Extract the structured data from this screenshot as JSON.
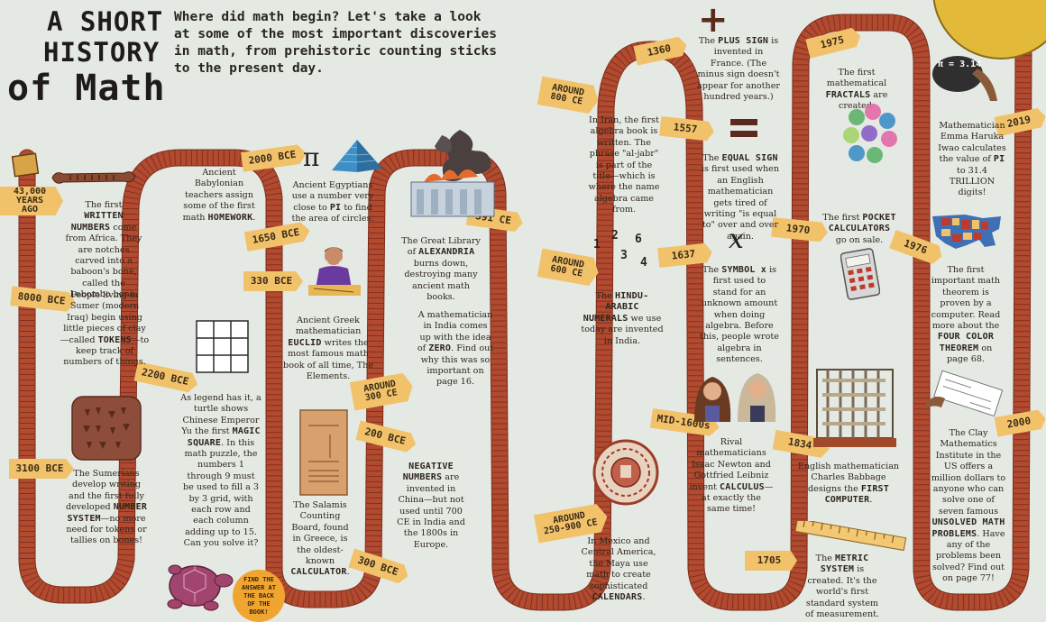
{
  "title": {
    "line1": "A SHORT",
    "line2": "HISTORY",
    "line3": "of Math"
  },
  "intro": "Where did math begin? Let's take a look at some of the most important discoveries in math, from prehistoric counting sticks to the present day.",
  "tags": [
    "43,000 YEARS AGO",
    "8000 BCE",
    "3100 BCE",
    "2200 BCE",
    "2000 BCE",
    "1650 BCE",
    "330 BCE",
    "AROUND 300 CE",
    "200 BCE",
    "300 BCE",
    "391 CE",
    "AROUND 800 CE",
    "1360",
    "1557",
    "AROUND 600 CE",
    "1637",
    "AROUND 250-900 CE",
    "MID-1600s",
    "1834",
    "1705",
    "1975",
    "1970",
    "1976",
    "2019",
    "2000"
  ],
  "answer_badge": "FIND THE ANSWER AT THE BACK OF THE BOOK!",
  "captions": {
    "c_lebombo": [
      "The first ",
      "WRITTEN NUMBERS",
      " come from Africa. They are notches carved into a baboon's bone, called the Lebombo bone."
    ],
    "c_sumer": [
      "People living in Sumer (modern Iraq) begin using little pieces of clay—called ",
      "TOKENS",
      "—to keep track of numbers of things."
    ],
    "c_sumerians": [
      "The Sumerians develop writing and the first fully developed ",
      "NUMBER SYSTEM",
      "—no more need for tokens or tallies on bones!"
    ],
    "c_babylon": [
      "Ancient Babylonian teachers assign some of the first math ",
      "HOMEWORK",
      "."
    ],
    "c_egypt": [
      "Ancient Egyptians use a number very close to ",
      "PI",
      " to find the area of circles."
    ],
    "c_euclid": [
      "Ancient Greek mathematician ",
      "EUCLID",
      " writes the most famous math book of all time, The Elements."
    ],
    "c_magic": [
      "As legend has it, a turtle shows Chinese Emperor Yu the first ",
      "MAGIC SQUARE",
      ". In this math puzzle, the numbers 1 through 9 must be used to fill a 3 by 3 grid, with each row and each column adding up to 15. Can you solve it?"
    ],
    "c_salamis": [
      "The Salamis Counting Board, found in Greece, is the oldest-known ",
      "CALCULATOR",
      "."
    ],
    "c_alex": [
      "The Great Library of ",
      "ALEXANDRIA",
      " burns down, destroying many ancient math books."
    ],
    "c_zero": [
      "A mathematician in India comes up with the idea of ",
      "ZERO",
      ". Find out why this was so important on page 16."
    ],
    "c_negative": [
      "",
      "NEGATIVE NUMBERS",
      " are invented in China—but not used until 700 CE in India and the 1800s in Europe."
    ],
    "c_algebra": [
      "In Iran, the first algebra book is written. The phrase \"al-jabr\" is part of the title—which is where the name algebra came from."
    ],
    "c_hindu": [
      "The ",
      "HINDU-ARABIC NUMERALS",
      " we use today are invented in India."
    ],
    "c_maya": [
      "In Mexico and Central America, the Maya use math to create sophisticated ",
      "CALENDARS",
      "."
    ],
    "c_plus": [
      "The ",
      "PLUS SIGN",
      " is invented in France. (The minus sign doesn't appear for another hundred years.)"
    ],
    "c_equal": [
      "The ",
      "EQUAL SIGN",
      " is first used when an English mathematician gets tired of writing \"is equal to\" over and over again."
    ],
    "c_x": [
      "The ",
      "SYMBOL x",
      " is first used to stand for an unknown amount when doing algebra. Before this, people wrote algebra in sentences."
    ],
    "c_calculus": [
      "Rival mathematicians Isaac Newton and Gottfried Leibniz invent ",
      "CALCULUS",
      "—at exactly the same time!"
    ],
    "c_babbage": [
      "English mathematician Charles Babbage designs the ",
      "FIRST COMPUTER",
      "."
    ],
    "c_metric": [
      "The ",
      "METRIC SYSTEM",
      " is created. It's the world's first standard system of measurement."
    ],
    "c_fractals": [
      "The first mathematical ",
      "FRACTALS",
      " are created."
    ],
    "c_pocket": [
      "The first ",
      "POCKET CALCULATORS",
      " go on sale."
    ],
    "c_pi": [
      "Mathematician Emma Haruka Iwao calculates the value of ",
      "PI",
      " to 31.4 TRILLION digits!"
    ],
    "c_four": [
      "The first important math theorem is proven by a computer. Read more about the ",
      "FOUR COLOR THEOREM",
      " on page 68."
    ],
    "c_clay": [
      "The Clay Mathematics Institute in the US offers a million dollars to anyone who can solve one of seven famous ",
      "UNSOLVED MATH PROBLEMS",
      ". Have any of the problems been solved? Find out on page 77!"
    ]
  },
  "symbols": {
    "pi": "π",
    "x": "x",
    "plus": "+",
    "pi_board": "π = 3.14",
    "digits": [
      "1",
      "2",
      "6",
      "3",
      "4"
    ]
  },
  "colors": {
    "background": "#e4e9e3",
    "ribbon": "#b24a30",
    "tag": "#f2c26a",
    "badge": "#f0a530"
  }
}
